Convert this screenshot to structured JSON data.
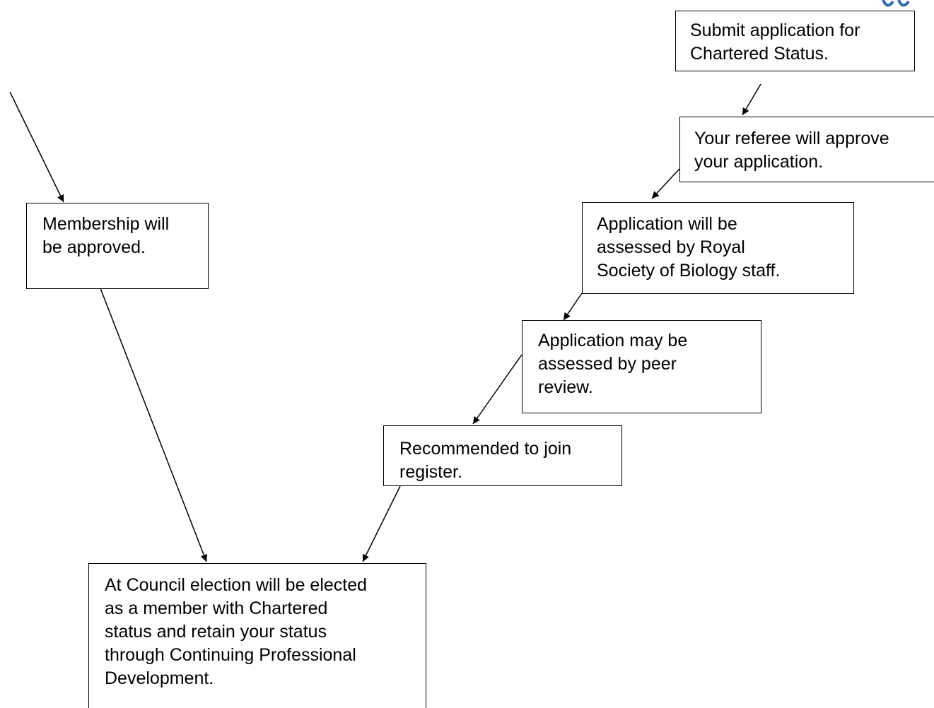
{
  "colors": {
    "stroke": "#000000",
    "background": "#ffffff",
    "logo_accent": "#2a6ab5"
  },
  "boxes": {
    "submit": {
      "lines": [
        "Submit application for",
        "Chartered Status."
      ]
    },
    "referee": {
      "lines": [
        "Your referee will approve",
        "your application."
      ]
    },
    "rsb_assessment": {
      "lines": [
        "Application will be",
        "assessed by Royal",
        "Society of Biology staff."
      ]
    },
    "peer_review": {
      "lines": [
        "Application may be",
        "assessed by peer",
        "review."
      ]
    },
    "recommended": {
      "lines": [
        "Recommended to join",
        "register."
      ]
    },
    "membership": {
      "lines": [
        "Membership will",
        "be approved."
      ]
    },
    "council": {
      "lines": [
        "At Council election will be elected",
        "as a member with Chartered",
        "status and retain your status",
        "through Continuing Professional",
        "Development."
      ]
    }
  }
}
